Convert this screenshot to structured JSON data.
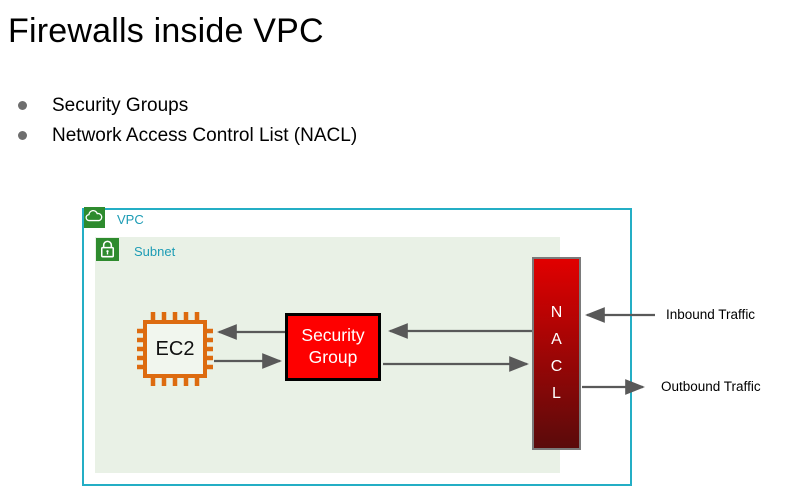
{
  "slide": {
    "title": "Firewalls inside VPC",
    "bullets": [
      "Security Groups",
      "Network Access Control List (NACL)"
    ]
  },
  "diagram": {
    "vpc_label": "VPC",
    "subnet_label": "Subnet",
    "ec2_label": "EC2",
    "security_group_label": "Security Group",
    "nacl_letters": [
      "N",
      "A",
      "C",
      "L"
    ],
    "inbound_label": "Inbound Traffic",
    "outbound_label": "Outbound Traffic"
  },
  "colors": {
    "vpc_border": "#24aec5",
    "label_teal": "#1d9cb5",
    "icon_green": "#2e8b2e",
    "subnet_bg": "#e9f1e6",
    "ec2_orange": "#dd6b10",
    "ec2_fill": "#f1f6ee",
    "sg_red": "#fe0000",
    "nacl_top": "#e10000",
    "nacl_bottom": "#5a0b0b",
    "arrow_gray": "#595959",
    "bullet_gray": "#6e6e6e"
  }
}
